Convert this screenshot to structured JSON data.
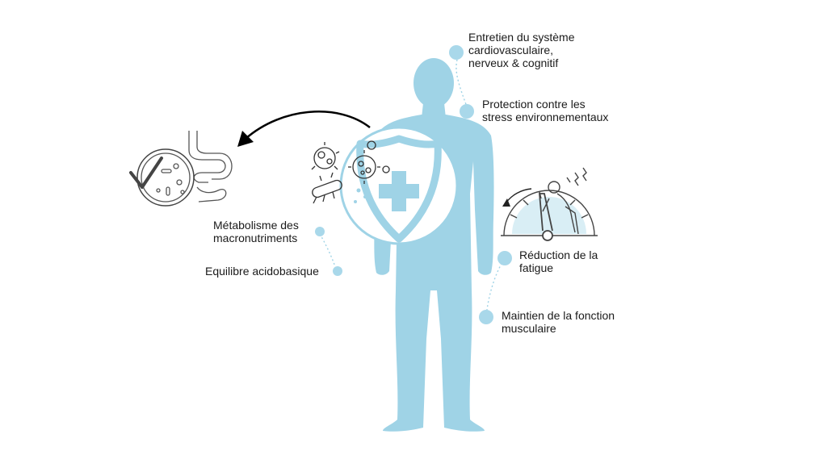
{
  "colors": {
    "body": "#9fd3e6",
    "dot": "#a9d8ea",
    "line": "#333333",
    "arrow": "#000000"
  },
  "icons": [
    "human-body-icon",
    "shield-cross-icon",
    "microbe-icon",
    "intestine-icon",
    "fatigue-gauge-icon"
  ],
  "labels": {
    "cardio": [
      "Entretien du système",
      "cardiovasculaire,",
      "nerveux & cognitif"
    ],
    "stress": [
      "Protection contre les",
      "stress environnementaux"
    ],
    "metabolism": [
      "Métabolisme des",
      "macronutriments"
    ],
    "acid": [
      "Equilibre acidobasique"
    ],
    "fatigue": [
      "Réduction de la",
      "fatigue"
    ],
    "muscle": [
      "Maintien de la fonction",
      "musculaire"
    ]
  }
}
